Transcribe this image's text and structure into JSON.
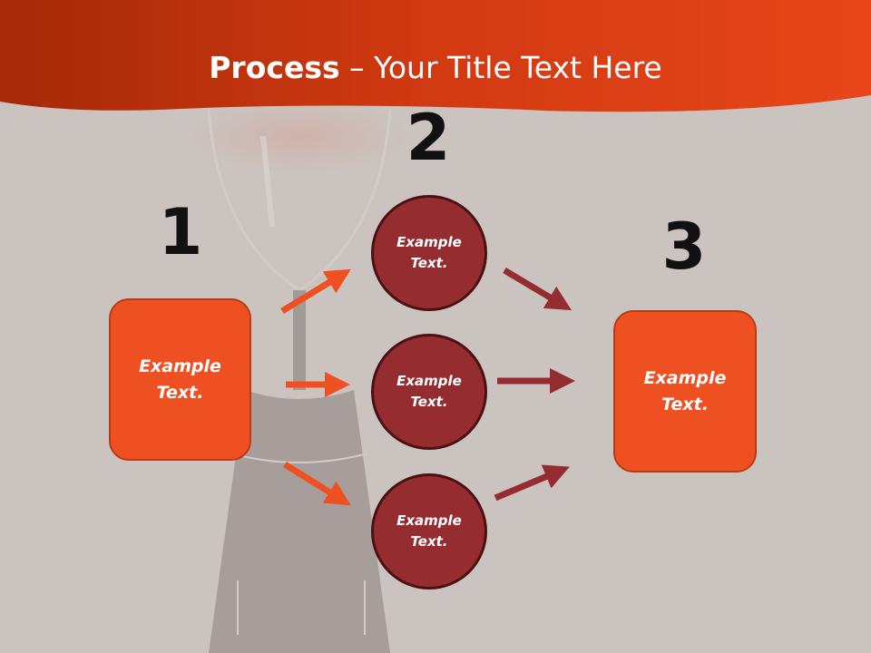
{
  "slide": {
    "title_bold": "Process",
    "title_rest": " – Your Title Text Here",
    "accent_color": "#ef5022",
    "header_color": "#d23a12",
    "circle_color": "#952d30",
    "background_color": "#cbc3bf"
  },
  "steps": [
    {
      "number": "1",
      "text": "Example\nText."
    },
    {
      "number": "2",
      "items": [
        {
          "text": "Example\nText."
        },
        {
          "text": "Example\nText."
        },
        {
          "text": "Example\nText."
        }
      ]
    },
    {
      "number": "3",
      "text": "Example\nText."
    }
  ]
}
